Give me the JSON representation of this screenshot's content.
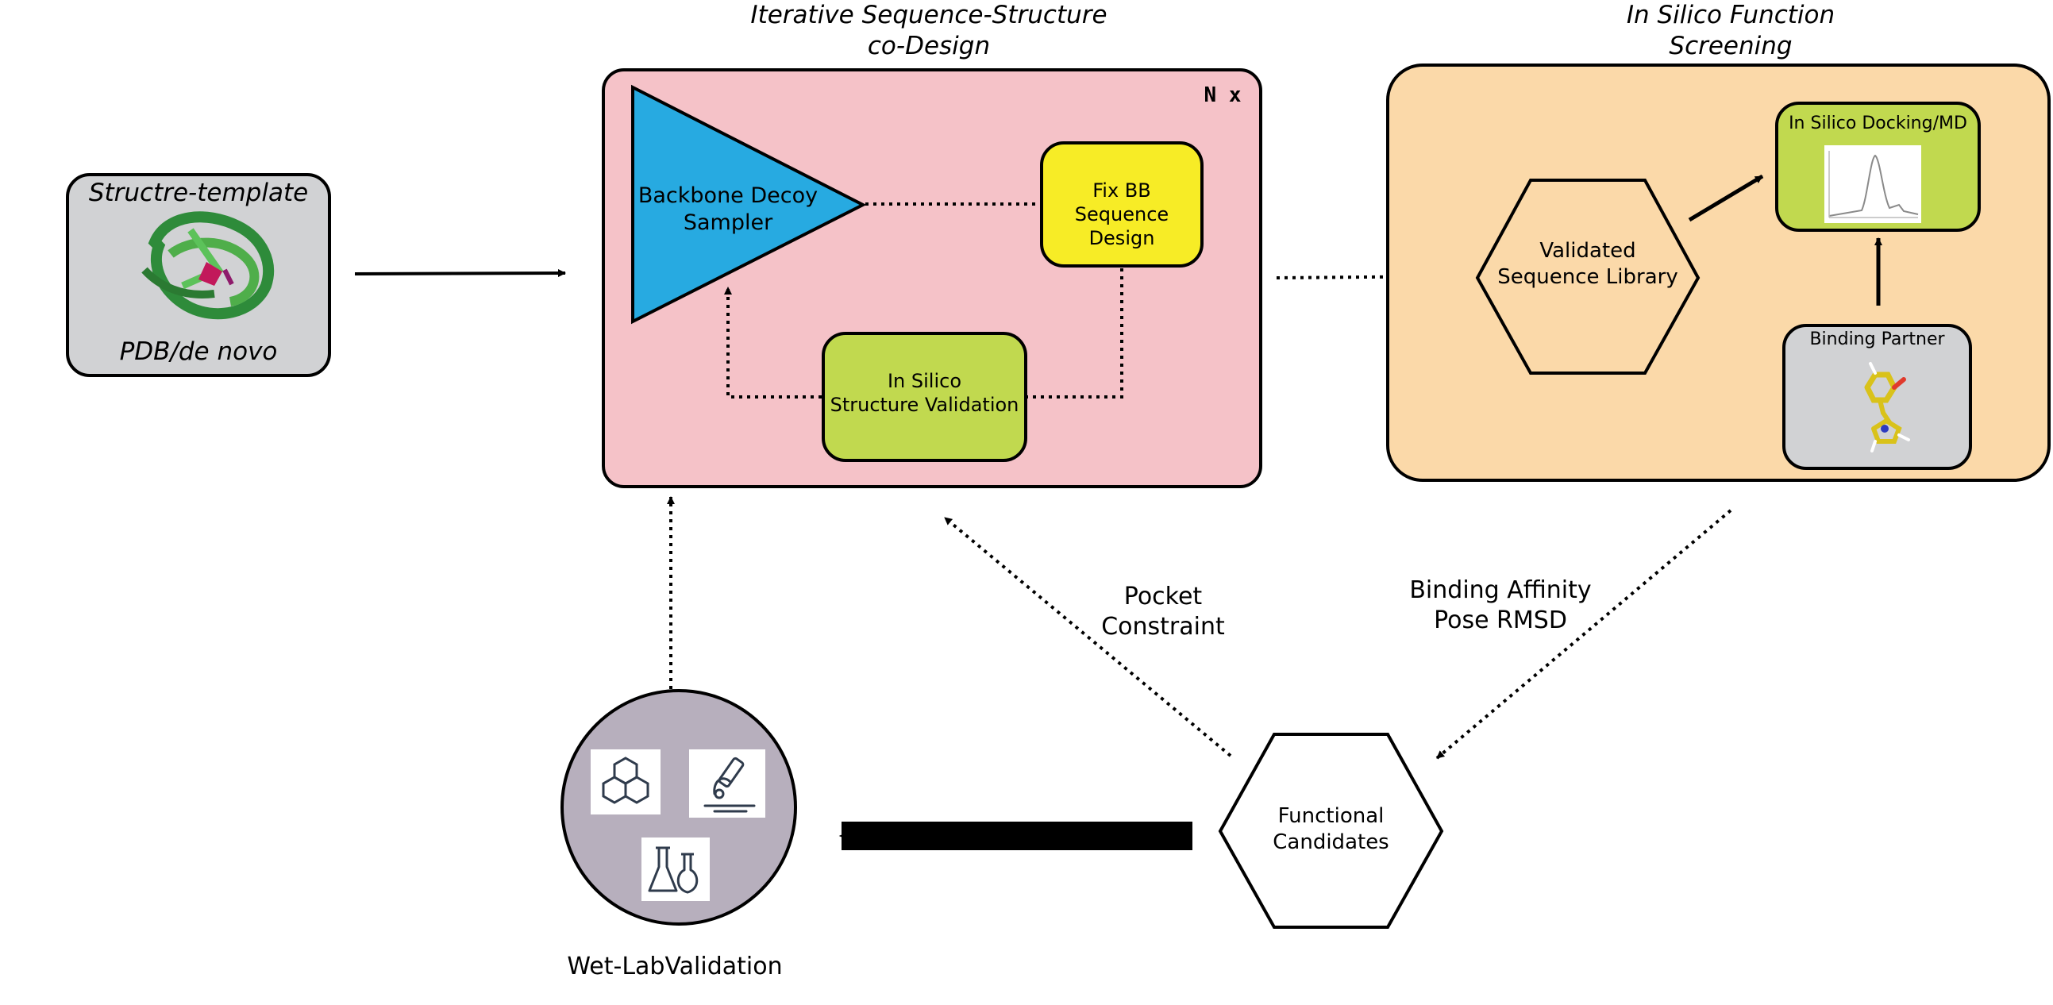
{
  "template_box": {
    "title": "Structre-template",
    "subtitle": "PDB/de novo"
  },
  "codesign": {
    "heading_line1": "Iterative Sequence-Structure",
    "heading_line2": "co-Design",
    "repeat_label": "N x",
    "sampler_line1": "Backbone Decoy",
    "sampler_line2": "Sampler",
    "fixbb_line1": "Fix BB",
    "fixbb_line2": "Sequence Design",
    "validation_line1": "In Silico",
    "validation_line2": "Structure Validation"
  },
  "screening": {
    "heading_line1": "In Silico Function",
    "heading_line2": "Screening",
    "library_line1": "Validated",
    "library_line2": "Sequence Library",
    "docking_label": "In Silico Docking/MD",
    "partner_label": "Binding Partner"
  },
  "feedback": {
    "metrics_line1": "Binding Affinity",
    "metrics_line2": "Pose RMSD",
    "pocket_line1": "Pocket",
    "pocket_line2": "Constraint"
  },
  "candidates": {
    "line1": "Functional",
    "line2": "Candidates"
  },
  "wetlab": {
    "label": "Wet-LabValidation"
  },
  "colors": {
    "codesign_bg": "#f5c2c8",
    "screening_bg": "#fbd9a9",
    "template_bg": "#d1d2d4",
    "sampler_fill": "#27aae1",
    "fixbb_fill": "#f7ec26",
    "validation_fill": "#c1d94f",
    "docking_fill": "#c1d94f",
    "partner_bg": "#d1d2d4",
    "wetlab_bg": "#b7afbd"
  }
}
